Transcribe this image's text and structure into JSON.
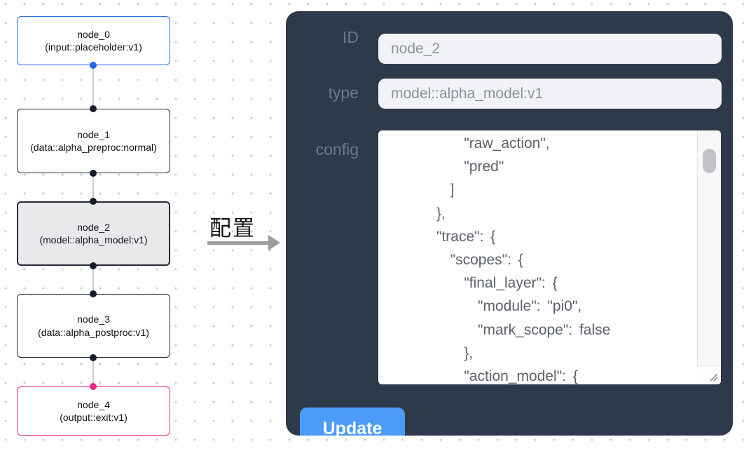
{
  "graph": {
    "nodes": [
      {
        "id": "node_0",
        "type": "(input::placeholder:v1)",
        "variant": "input"
      },
      {
        "id": "node_1",
        "type": "(data::alpha_preproc:normal)",
        "variant": "default"
      },
      {
        "id": "node_2",
        "type": "(model::alpha_model:v1)",
        "variant": "selected"
      },
      {
        "id": "node_3",
        "type": "(data::alpha_postproc:v1)",
        "variant": "default"
      },
      {
        "id": "node_4",
        "type": "(output::exit:v1)",
        "variant": "output"
      }
    ],
    "colors": {
      "input_node_border": "#2b6cea",
      "default_node_border": "#1e2430",
      "selected_node_fill": "#e9e9eb",
      "output_node_border": "#e83180",
      "input_port": "#2563eb",
      "default_port": "#161c2c",
      "output_port": "#f0258a",
      "edge": "#c9cbce"
    }
  },
  "annotation": {
    "label": "配置",
    "arrow_color": "#9b9b9b"
  },
  "panel": {
    "background": "#2e3949",
    "fields": {
      "id": {
        "label": "ID",
        "value": "node_2"
      },
      "type": {
        "label": "type",
        "value": "model::alpha_model:v1"
      },
      "config": {
        "label": "config"
      }
    },
    "config_text": "          \"raw_action\",\n          \"pred\"\n        ]\n      },\n      \"trace\": {\n        \"scopes\": {\n          \"final_layer\": {\n            \"module\": \"pi0\",\n            \"mark_scope\": false\n          },\n          \"action_model\": {",
    "update_label": "Update",
    "update_color": "#4b9cf9"
  }
}
